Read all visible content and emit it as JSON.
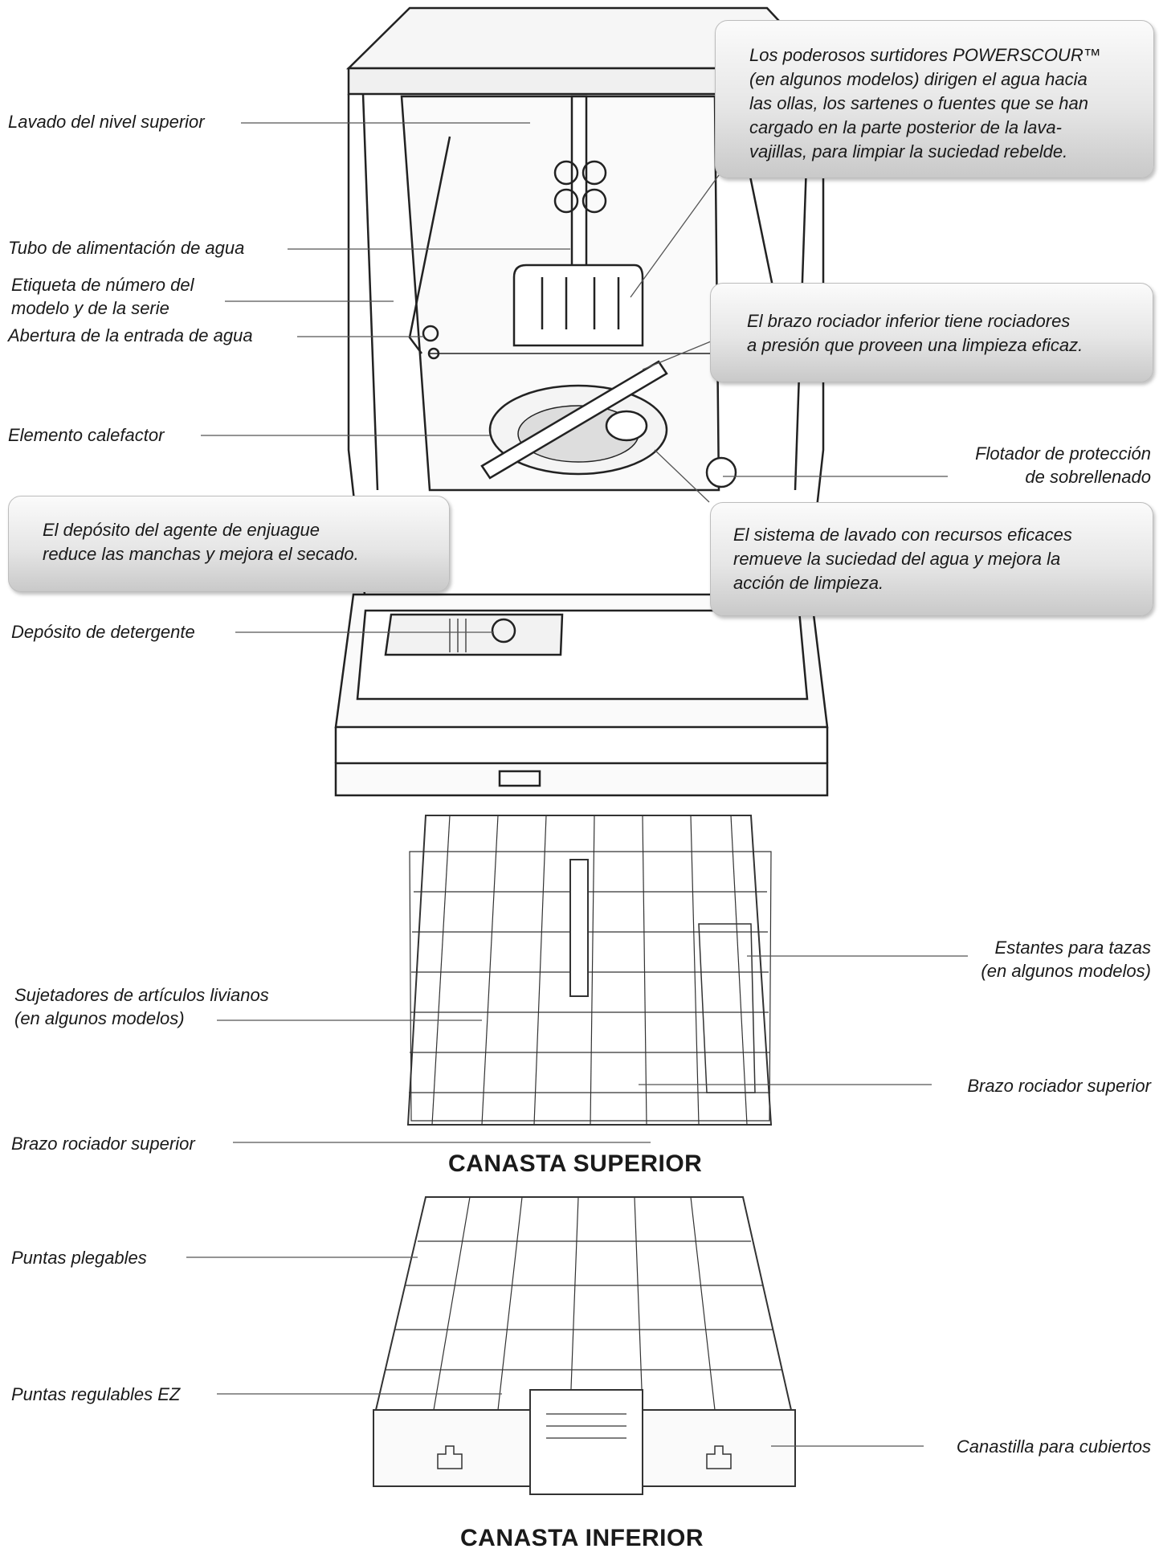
{
  "labels": {
    "lavado_nivel_superior": "Lavado del nivel superior",
    "tubo_alimentacion": "Tubo de alimentación de agua",
    "etiqueta_1": "Etiqueta de número del",
    "etiqueta_2": "modelo y de la serie",
    "abertura_entrada": "Abertura de la entrada de agua",
    "elemento_calefactor": "Elemento calefactor",
    "flotador_1": "Flotador de protección",
    "flotador_2": "de sobrellenado",
    "deposito_detergente": "Depósito de detergente",
    "estantes_tazas_1": "Estantes para tazas",
    "estantes_tazas_2": "(en algunos modelos)",
    "sujetadores_1": "Sujetadores de artículos livianos",
    "sujetadores_2": "(en algunos modelos)",
    "brazo_superior_right": "Brazo rociador superior",
    "brazo_superior_left": "Brazo rociador superior",
    "puntas_plegables": "Puntas plegables",
    "puntas_regulables": "Puntas regulables EZ",
    "canastilla": "Canastilla para cubiertos"
  },
  "callouts": {
    "powerscour": [
      "Los poderosos surtidores POWERSCOUR™",
      "(en algunos modelos) dirigen el agua hacia",
      "las ollas, los sartenes o fuentes que se han",
      "cargado en la parte posterior de la lava-",
      "vajillas, para limpiar la suciedad rebelde."
    ],
    "brazo_inferior": [
      "El brazo rociador inferior tiene rociadores",
      "a presión que proveen una limpieza eficaz."
    ],
    "sistema_lavado": [
      "El sistema de lavado con recursos eficaces",
      "remueve la suciedad del agua y mejora la",
      "acción de limpieza."
    ],
    "enjuague": [
      "El depósito del agente de enjuague",
      "reduce las manchas y mejora el secado."
    ]
  },
  "titles": {
    "canasta_superior": "CANASTA SUPERIOR",
    "canasta_inferior": "CANASTA INFERIOR"
  }
}
